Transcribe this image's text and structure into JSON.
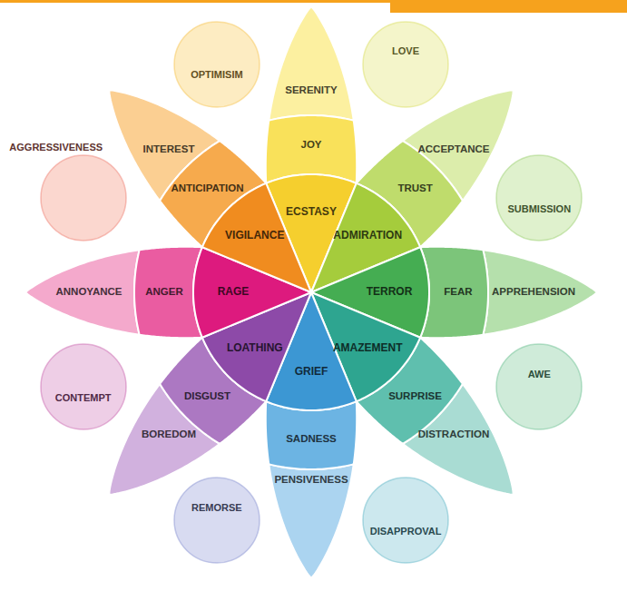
{
  "diagram": {
    "nodes": [
      {
        "text": [
          "SERENITY"
        ]
      },
      {
        "text": [
          "JOY"
        ]
      },
      {
        "text": [
          "ECSTASY"
        ]
      },
      {
        "text": [
          "ACCEPTANCE"
        ]
      },
      {
        "text": [
          "TRUST"
        ]
      },
      {
        "text": [
          "ADMIRATION"
        ]
      },
      {
        "text": [
          "APPREHENSION"
        ]
      },
      {
        "text": [
          "FEAR"
        ]
      },
      {
        "text": [
          "TERROR"
        ]
      },
      {
        "text": [
          "DISTRACTION"
        ]
      },
      {
        "text": [
          "SURPRISE"
        ]
      },
      {
        "text": [
          "AMAZEMENT"
        ]
      },
      {
        "text": [
          "PENSIVENESS"
        ]
      },
      {
        "text": [
          "SADNESS"
        ]
      },
      {
        "text": [
          "GRIEF"
        ]
      },
      {
        "text": [
          "BOREDOM"
        ]
      },
      {
        "text": [
          "DISGUST"
        ]
      },
      {
        "text": [
          "LOATHING"
        ]
      },
      {
        "text": [
          "ANNOYANCE"
        ]
      },
      {
        "text": [
          "ANGER"
        ]
      },
      {
        "text": [
          "RAGE"
        ]
      },
      {
        "text": [
          "INTEREST"
        ]
      },
      {
        "text": [
          "ANTICIPATION"
        ]
      },
      {
        "text": [
          "VIGILANCE"
        ]
      },
      {
        "text": [
          "LOVE"
        ]
      },
      {
        "text": [
          "SUBMISSION"
        ]
      },
      {
        "text": [
          "AWE"
        ]
      },
      {
        "text": [
          "DISAPPROVAL"
        ]
      },
      {
        "text": [
          "REMORSE"
        ]
      },
      {
        "text": [
          "CONTEMPT"
        ]
      },
      {
        "text": [
          "AGGRESSIVENESS"
        ]
      },
      {
        "text": [
          "OPTIMISIM"
        ]
      }
    ]
  }
}
